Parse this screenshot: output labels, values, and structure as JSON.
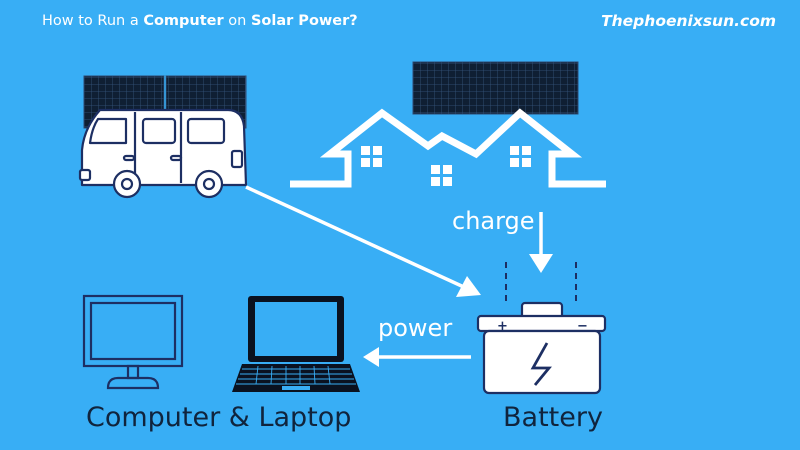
{
  "header": {
    "title_parts": [
      {
        "text": "How to Run a ",
        "bold": false
      },
      {
        "text": "Computer",
        "bold": true
      },
      {
        "text": " on ",
        "bold": false
      },
      {
        "text": "Solar Power?",
        "bold": true
      }
    ],
    "brand": "Thephoenixsun.com"
  },
  "labels": {
    "charge": "charge",
    "power": "power",
    "computers": "Computer & Laptop",
    "battery": "Battery"
  },
  "battery": {
    "plus": "+",
    "minus": "−"
  },
  "icons": [
    "solar-panel-icon",
    "van-icon",
    "houses-icon",
    "battery-icon",
    "lightning-icon",
    "monitor-icon",
    "laptop-icon",
    "arrow-icon"
  ],
  "colors": {
    "background": "#38aef5",
    "line": "#ffffff",
    "panel": "#0f1f33",
    "outline": "#1d2f63",
    "laptop": "#0a1220"
  }
}
